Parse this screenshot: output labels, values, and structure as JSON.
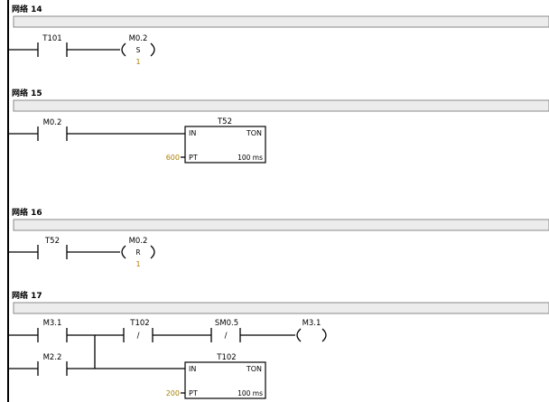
{
  "networks": [
    {
      "title": "网络 14",
      "contact": "T101",
      "coil_address": "M0.2",
      "coil_type": "S",
      "coil_count": "1"
    },
    {
      "title": "网络 15",
      "contact": "M0.2",
      "timer": {
        "name": "T52",
        "in": "IN",
        "type": "TON",
        "pt_label": "PT",
        "preset": "600",
        "unit": "100 ms"
      }
    },
    {
      "title": "网络 16",
      "contact": "T52",
      "coil_address": "M0.2",
      "coil_type": "R",
      "coil_count": "1"
    },
    {
      "title": "网络 17",
      "contact1": "M3.1",
      "contact2": "T102",
      "contact3": "SM0.5",
      "coil_address": "M3.1",
      "contact4": "M2.2",
      "timer": {
        "name": "T102",
        "in": "IN",
        "type": "TON",
        "pt_label": "PT",
        "preset": "200",
        "unit": "100 ms"
      },
      "negation_symbol": "/"
    }
  ]
}
